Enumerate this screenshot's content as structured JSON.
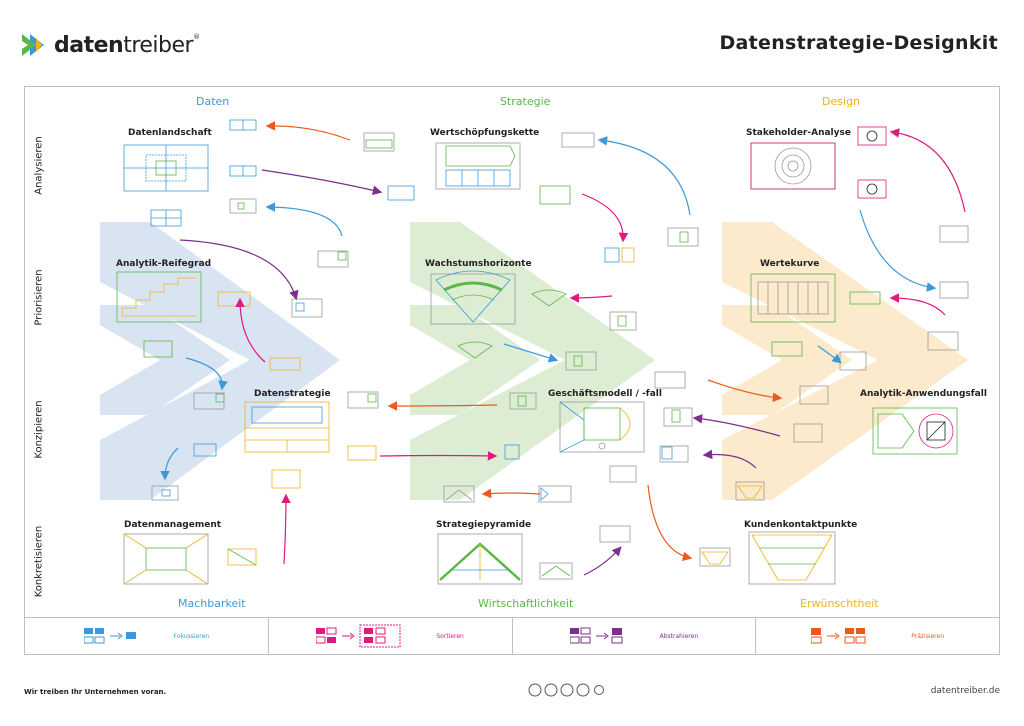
{
  "header": {
    "brand": {
      "prefix": "daten",
      "suffix": "treiber",
      "mark": "®"
    },
    "fields": [
      "",
      "",
      "",
      ""
    ],
    "title": "Datenstrategie-Designkit"
  },
  "columns": [
    {
      "label": "Daten",
      "color": "#3a9ad9"
    },
    {
      "label": "Strategie",
      "color": "#5bb647"
    },
    {
      "label": "Design",
      "color": "#f2b21b"
    }
  ],
  "rows": [
    "Analysieren",
    "Priorisieren",
    "Konzipieren",
    "Konkretisieren"
  ],
  "tools": {
    "datenlandschaft": "Datenlandschaft",
    "wertschoepfungskette": "Wertschöpfungskette",
    "stakeholder": "Stakeholder-Analyse",
    "reifegrad": "Analytik-Reifegrad",
    "wachstum": "Wachstumshorizonte",
    "wertekurve": "Wertekurve",
    "datenstrategie": "Datenstrategie",
    "geschaeftsmodell": "Geschäftsmodell / -fall",
    "anwendungsfall": "Analytik-Anwendungsfall",
    "datenmanagement": "Datenmanagement",
    "strategiepyramide": "Strategiepyramide",
    "kundenkontakt": "Kundenkontaktpunkte"
  },
  "bottom_columns": [
    {
      "label": "Machbarkeit",
      "color": "#3a9ad9"
    },
    {
      "label": "Wirtschaftlichkeit",
      "color": "#5bb647"
    },
    {
      "label": "Erwünschtheit",
      "color": "#f2b21b"
    }
  ],
  "legend": [
    {
      "label": "Fokussieren",
      "color": "#3a9ad9"
    },
    {
      "label": "Sortieren",
      "color": "#e0197d"
    },
    {
      "label": "Abstrahieren",
      "color": "#7b2f8e"
    },
    {
      "label": "Präzisieren",
      "color": "#ea5a1e"
    }
  ],
  "footer": {
    "slogan": "Wir treiben Ihr Unternehmen voran.",
    "credit": [
      "",
      ""
    ],
    "license_lines": [
      "",
      ""
    ],
    "website": "datentreiber.de"
  },
  "colors": {
    "blue": "#3a9ad9",
    "green": "#5bb647",
    "yellow": "#f2b21b",
    "magenta": "#e0197d",
    "purple": "#7b2f8e",
    "orange": "#ea5a1e",
    "blue_band": "#d9e4f3",
    "green_band": "#dcedd3",
    "yellow_band": "#fbeacb"
  },
  "icons": [
    "datentreiber-logo-icon",
    "arrow-icon",
    "creative-commons-icon"
  ]
}
